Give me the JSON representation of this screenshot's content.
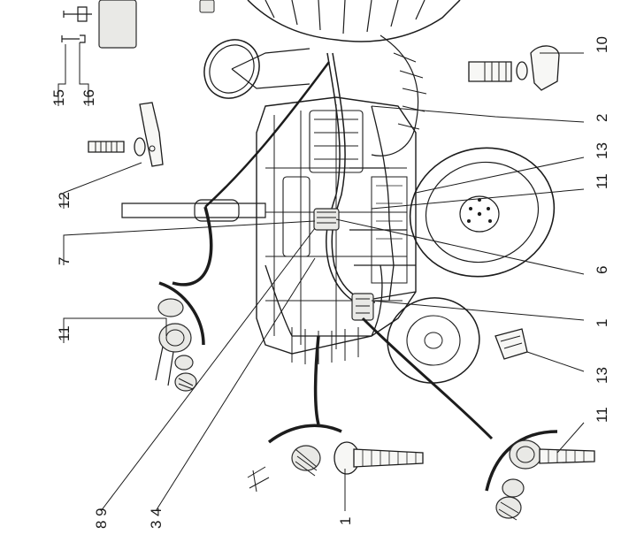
{
  "figure": {
    "callouts": [
      {
        "id": "c1-top",
        "label": "1"
      },
      {
        "id": "c1-bottom",
        "label": "1"
      },
      {
        "id": "c2",
        "label": "2"
      },
      {
        "id": "c3-4",
        "label": "3 4"
      },
      {
        "id": "c6",
        "label": "6"
      },
      {
        "id": "c7",
        "label": "7"
      },
      {
        "id": "c8-9",
        "label": "8 9"
      },
      {
        "id": "c10",
        "label": "10"
      },
      {
        "id": "c11-left",
        "label": "11"
      },
      {
        "id": "c11-mid",
        "label": "11"
      },
      {
        "id": "c11-right",
        "label": "11"
      },
      {
        "id": "c12",
        "label": "12"
      },
      {
        "id": "c13-mid",
        "label": "13"
      },
      {
        "id": "c13-right",
        "label": "13"
      },
      {
        "id": "c15",
        "label": "15"
      },
      {
        "id": "c16",
        "label": "16"
      }
    ],
    "colors": {
      "line": "#1c1c1c",
      "background": "#ffffff",
      "shade": "#e9e9e6"
    }
  }
}
